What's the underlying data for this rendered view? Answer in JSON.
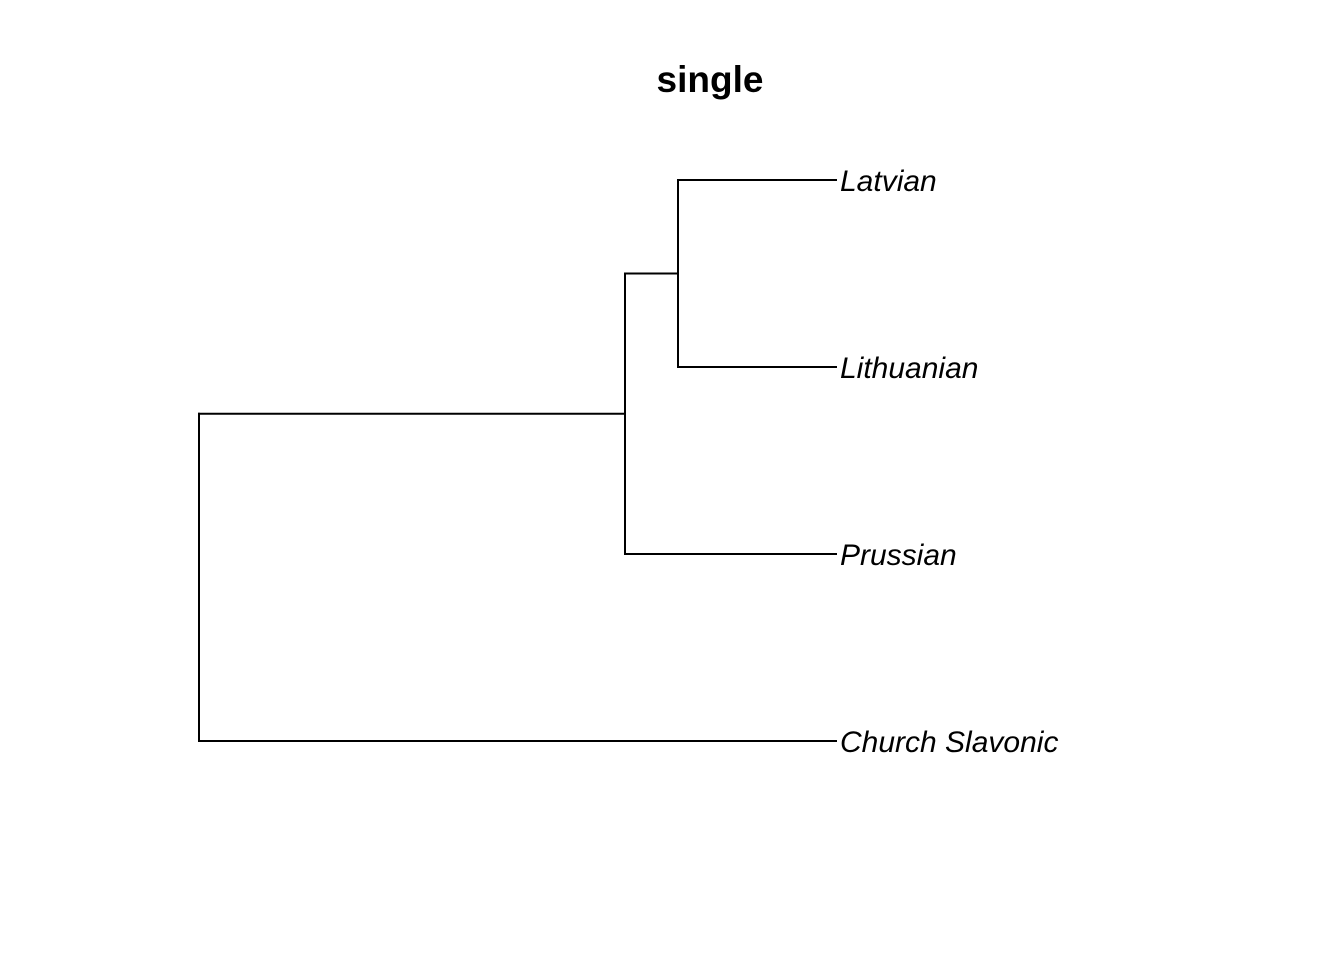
{
  "title": "single",
  "tree": {
    "leaves": [
      "Latvian",
      "Lithuanian",
      "Prussian",
      "Church Slavonic"
    ],
    "merges": [
      {
        "members": [
          "Latvian",
          "Lithuanian"
        ]
      },
      {
        "members": [
          "Latvian",
          "Lithuanian",
          "Prussian"
        ]
      },
      {
        "members": [
          "Latvian",
          "Lithuanian",
          "Prussian",
          "Church Slavonic"
        ]
      }
    ]
  },
  "colors": {
    "line": "#000000",
    "background": "#ffffff"
  }
}
